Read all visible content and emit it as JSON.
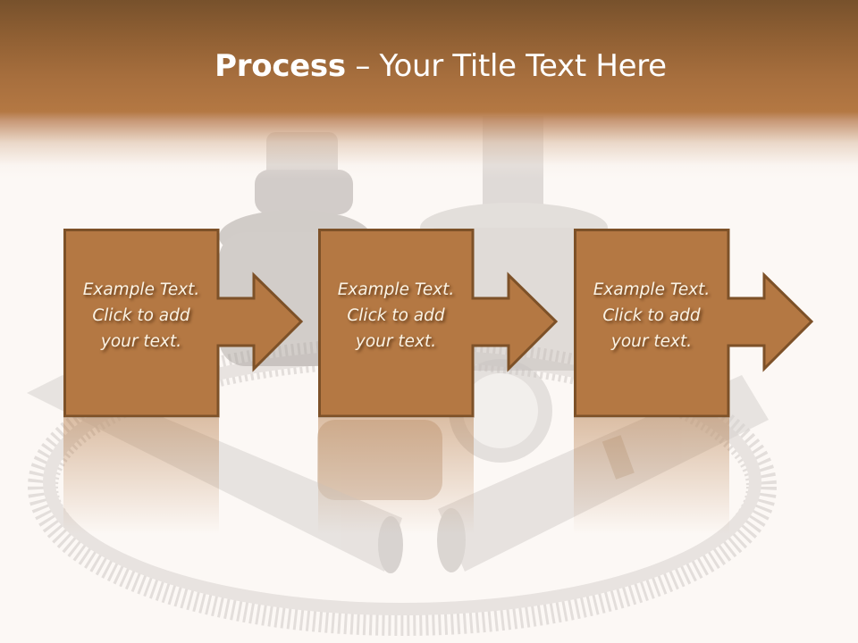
{
  "slide": {
    "title": {
      "bold": "Process",
      "separator": " – ",
      "regular": "Your Title Text Here"
    },
    "background": {
      "description": "faded photo of mechanical parts: ring gear, steel shafts, bushings, CV joint",
      "header_gradient_top": "#77512c",
      "header_gradient_bottom": "#b47843",
      "page_color": "#fcf8f5"
    },
    "steps": [
      {
        "line1": "Example Text.",
        "line2": "Click  to add",
        "line3": "your text."
      },
      {
        "line1": "Example Text.",
        "line2": "Click  to add",
        "line3": "your text."
      },
      {
        "line1": "Example Text.",
        "line2": "Click  to add",
        "line3": "your text."
      }
    ],
    "colors": {
      "box_fill": "#b47843",
      "box_border": "#7d5128",
      "text": "#fbf3e4"
    }
  }
}
